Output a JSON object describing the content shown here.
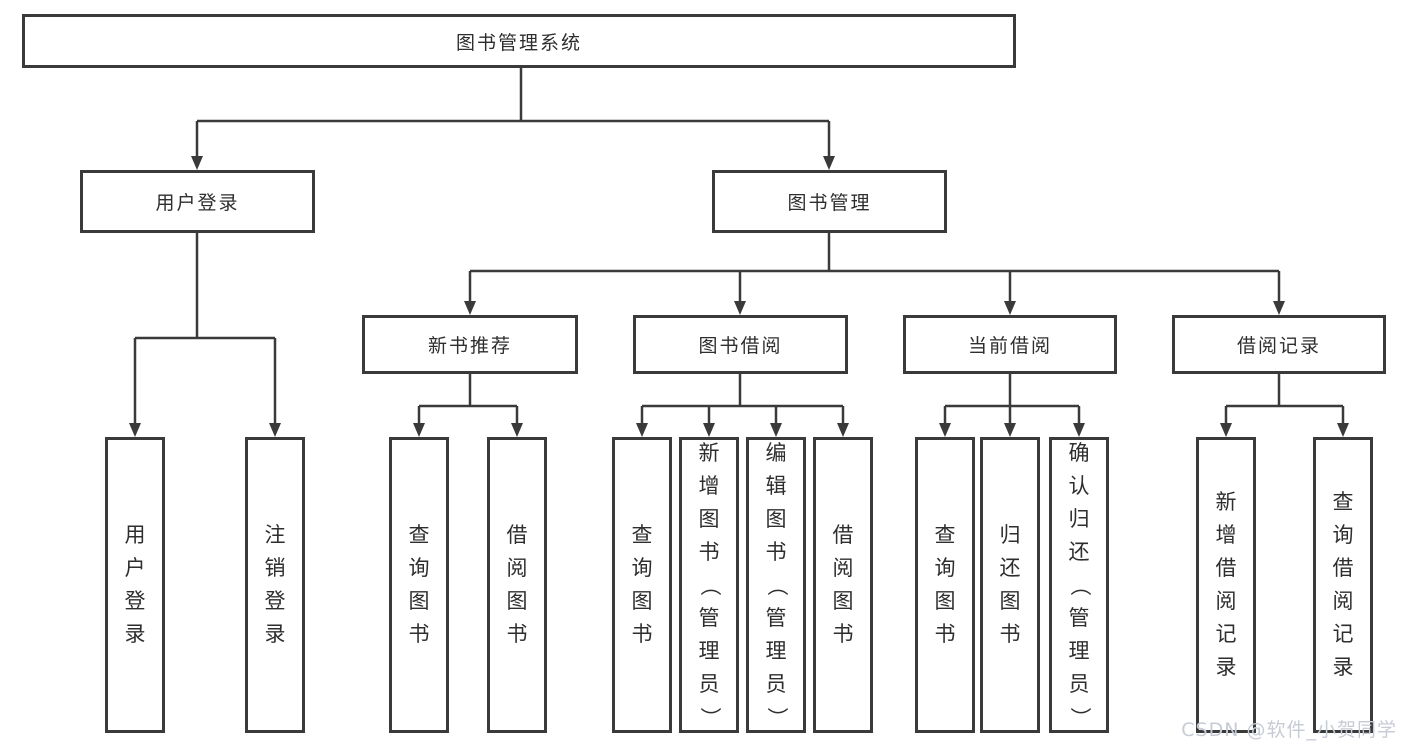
{
  "diagram": {
    "root": {
      "label": "图书管理系统"
    },
    "branches": [
      {
        "label": "用户登录",
        "children": [
          {
            "label": "用户登录"
          },
          {
            "label": "注销登录"
          }
        ]
      },
      {
        "label": "图书管理",
        "children": [
          {
            "label": "新书推荐",
            "children": [
              {
                "label": "查询图书"
              },
              {
                "label": "借阅图书"
              }
            ]
          },
          {
            "label": "图书借阅",
            "children": [
              {
                "label": "查询图书"
              },
              {
                "label": "新增图书（管理员）"
              },
              {
                "label": "编辑图书（管理员）"
              },
              {
                "label": "借阅图书"
              }
            ]
          },
          {
            "label": "当前借阅",
            "children": [
              {
                "label": "查询图书"
              },
              {
                "label": "归还图书"
              },
              {
                "label": "确认归还（管理员）"
              }
            ]
          },
          {
            "label": "借阅记录",
            "children": [
              {
                "label": "新增借阅记录"
              },
              {
                "label": "查询借阅记录"
              }
            ]
          }
        ]
      }
    ]
  },
  "watermark": {
    "text": "CSDN @软件_小贺同学"
  },
  "colors": {
    "line": "#3a3a3a",
    "border": "#3a3a3a",
    "text": "#2e2e2e",
    "background": "#ffffff",
    "watermark": "#c6cbd6"
  }
}
